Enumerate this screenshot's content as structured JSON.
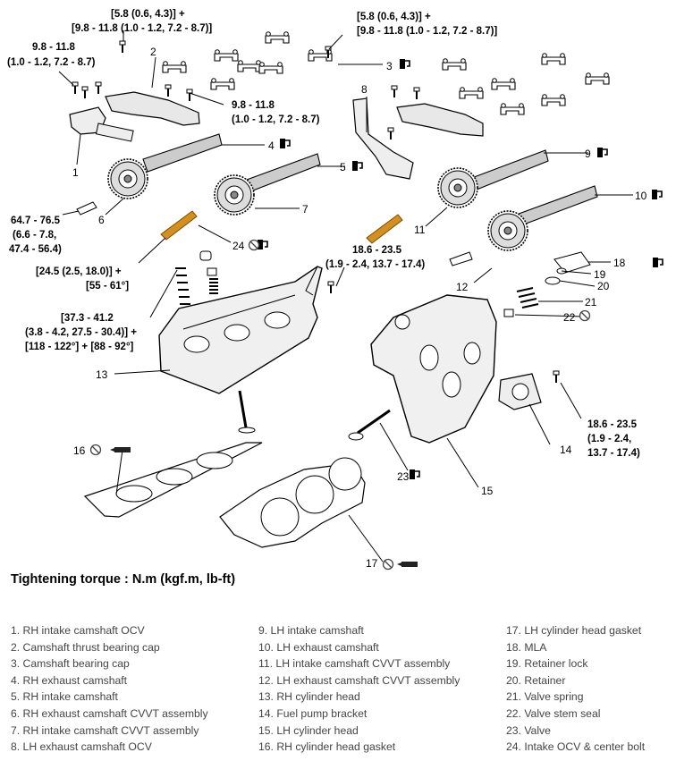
{
  "callouts": [
    "1",
    "2",
    "3",
    "4",
    "5",
    "6",
    "7",
    "8",
    "9",
    "10",
    "11",
    "12",
    "13",
    "14",
    "15",
    "16",
    "17",
    "18",
    "19",
    "20",
    "21",
    "22",
    "23",
    "24"
  ],
  "torques": {
    "t_a": [
      "[5.8 (0.6, 4.3)] +",
      "[9.8 - 11.8 (1.0 - 1.2, 7.2 - 8.7)]"
    ],
    "t_b": [
      "[5.8 (0.6, 4.3)] +",
      "[9.8 - 11.8 (1.0 - 1.2, 7.2 - 8.7)]"
    ],
    "t_c": [
      "9.8 - 11.8",
      "(1.0 - 1.2, 7.2 - 8.7)"
    ],
    "t_d": [
      "9.8 - 11.8",
      "(1.0 - 1.2, 7.2 - 8.7)"
    ],
    "t_e": [
      "64.7 - 76.5",
      "(6.6 - 7.8,",
      "47.4 - 56.4)"
    ],
    "t_f": [
      "18.6 - 23.5",
      "(1.9 - 2.4, 13.7 - 17.4)"
    ],
    "t_g": [
      "[24.5 (2.5, 18.0)] +",
      "[55 - 61°]"
    ],
    "t_h": [
      "[37.3 - 41.2",
      "(3.8 - 4.2, 27.5 - 30.4)] +",
      "[118 - 122°] + [88 - 92°]"
    ],
    "t_i": [
      "18.6 - 23.5",
      "(1.9 - 2.4,",
      "13.7 - 17.4)"
    ]
  },
  "title": "Tightening torque : N.m (kgf.m, lb-ft)",
  "legend": {
    "col1": [
      "1. RH intake camshaft OCV",
      "2. Camshaft thrust bearing cap",
      "3. Camshaft bearing cap",
      "4. RH exhaust camshaft",
      "5. RH intake camshaft",
      "6. RH exhaust camshaft CVVT assembly",
      "7. RH intake camshaft CVVT assembly",
      "8. LH exhaust camshaft OCV"
    ],
    "col2": [
      "9. LH intake camshaft",
      "10. LH exhaust camshaft",
      "11. LH intake camshaft CVVT assembly",
      "12. LH exhaust camshaft CVVT assembly",
      "13. RH cylinder head",
      "14. Fuel pump bracket",
      "15. LH cylinder head",
      "16. RH cylinder head gasket"
    ],
    "col3": [
      "17. LH cylinder head gasket",
      "18. MLA",
      "19. Retainer lock",
      "20. Retainer",
      "21. Valve spring",
      "22. Valve stem seal",
      "23. Valve",
      "24. Intake OCV & center bolt"
    ]
  }
}
